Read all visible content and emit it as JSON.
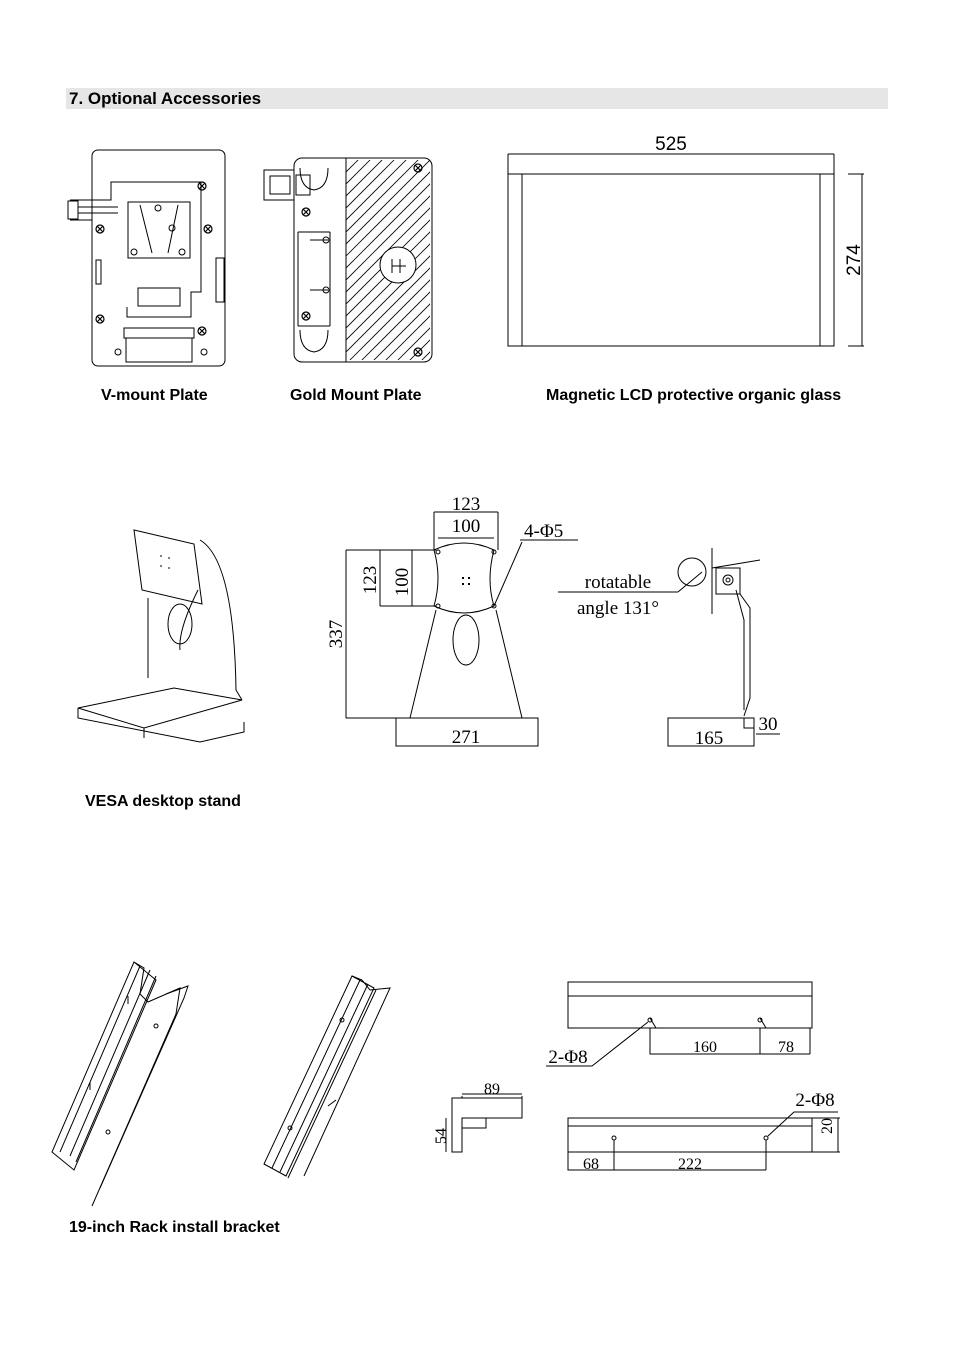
{
  "section": {
    "title": "7. Optional Accessories"
  },
  "captions": {
    "vmount": "V-mount Plate",
    "gold": "Gold Mount Plate",
    "glass": "Magnetic LCD protective organic glass",
    "vesa": "VESA desktop stand",
    "rack": "19-inch Rack install bracket"
  },
  "glass_dims": {
    "width": "525",
    "height": "274"
  },
  "stand_dims": {
    "outer_w": "123",
    "inner_w": "100",
    "holes": "4-Φ5",
    "outer_h": "123",
    "inner_h": "100",
    "height": "337",
    "base": "271",
    "rot_label_1": "rotatable",
    "rot_label_2": "angle 131°",
    "depth": "165",
    "thickness": "30"
  },
  "rack_dims": {
    "holes_top": "2-Φ8",
    "spacing": "160",
    "edge": "78",
    "w": "89",
    "h": "54",
    "holes_bottom": "2-Φ8",
    "offset": "68",
    "spacing2": "222",
    "depth": "20"
  }
}
